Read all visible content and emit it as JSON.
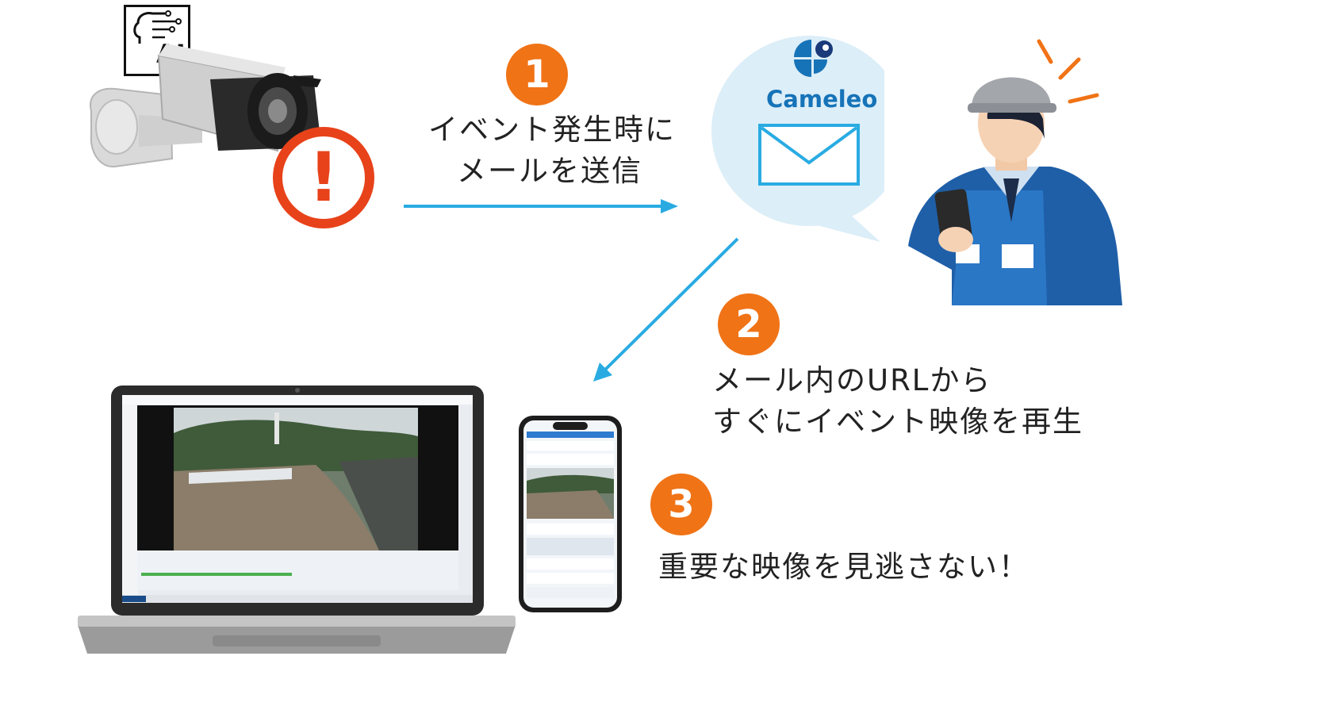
{
  "steps": [
    {
      "number": "1",
      "lines": [
        "イベント発生時に",
        "メールを送信"
      ]
    },
    {
      "number": "2",
      "lines": [
        "メール内のURLから",
        "すぐにイベント映像を再生"
      ]
    },
    {
      "number": "3",
      "lines": [
        "重要な映像を見逃さない！"
      ]
    }
  ],
  "ai_badge": "AI",
  "cameleo_label": "Cameleo",
  "alert_symbol": "!",
  "colors": {
    "step_badge": "#f07316",
    "arrow": "#29abe2",
    "alert": "#e8421a",
    "bubble": "#dceef8",
    "brand": "#1673b8"
  },
  "icons": [
    "ai-chip-icon",
    "security-camera-icon",
    "alert-icon",
    "cameleo-logo-icon",
    "mail-icon",
    "worker-with-phone-icon",
    "laptop-icon",
    "smartphone-icon"
  ]
}
